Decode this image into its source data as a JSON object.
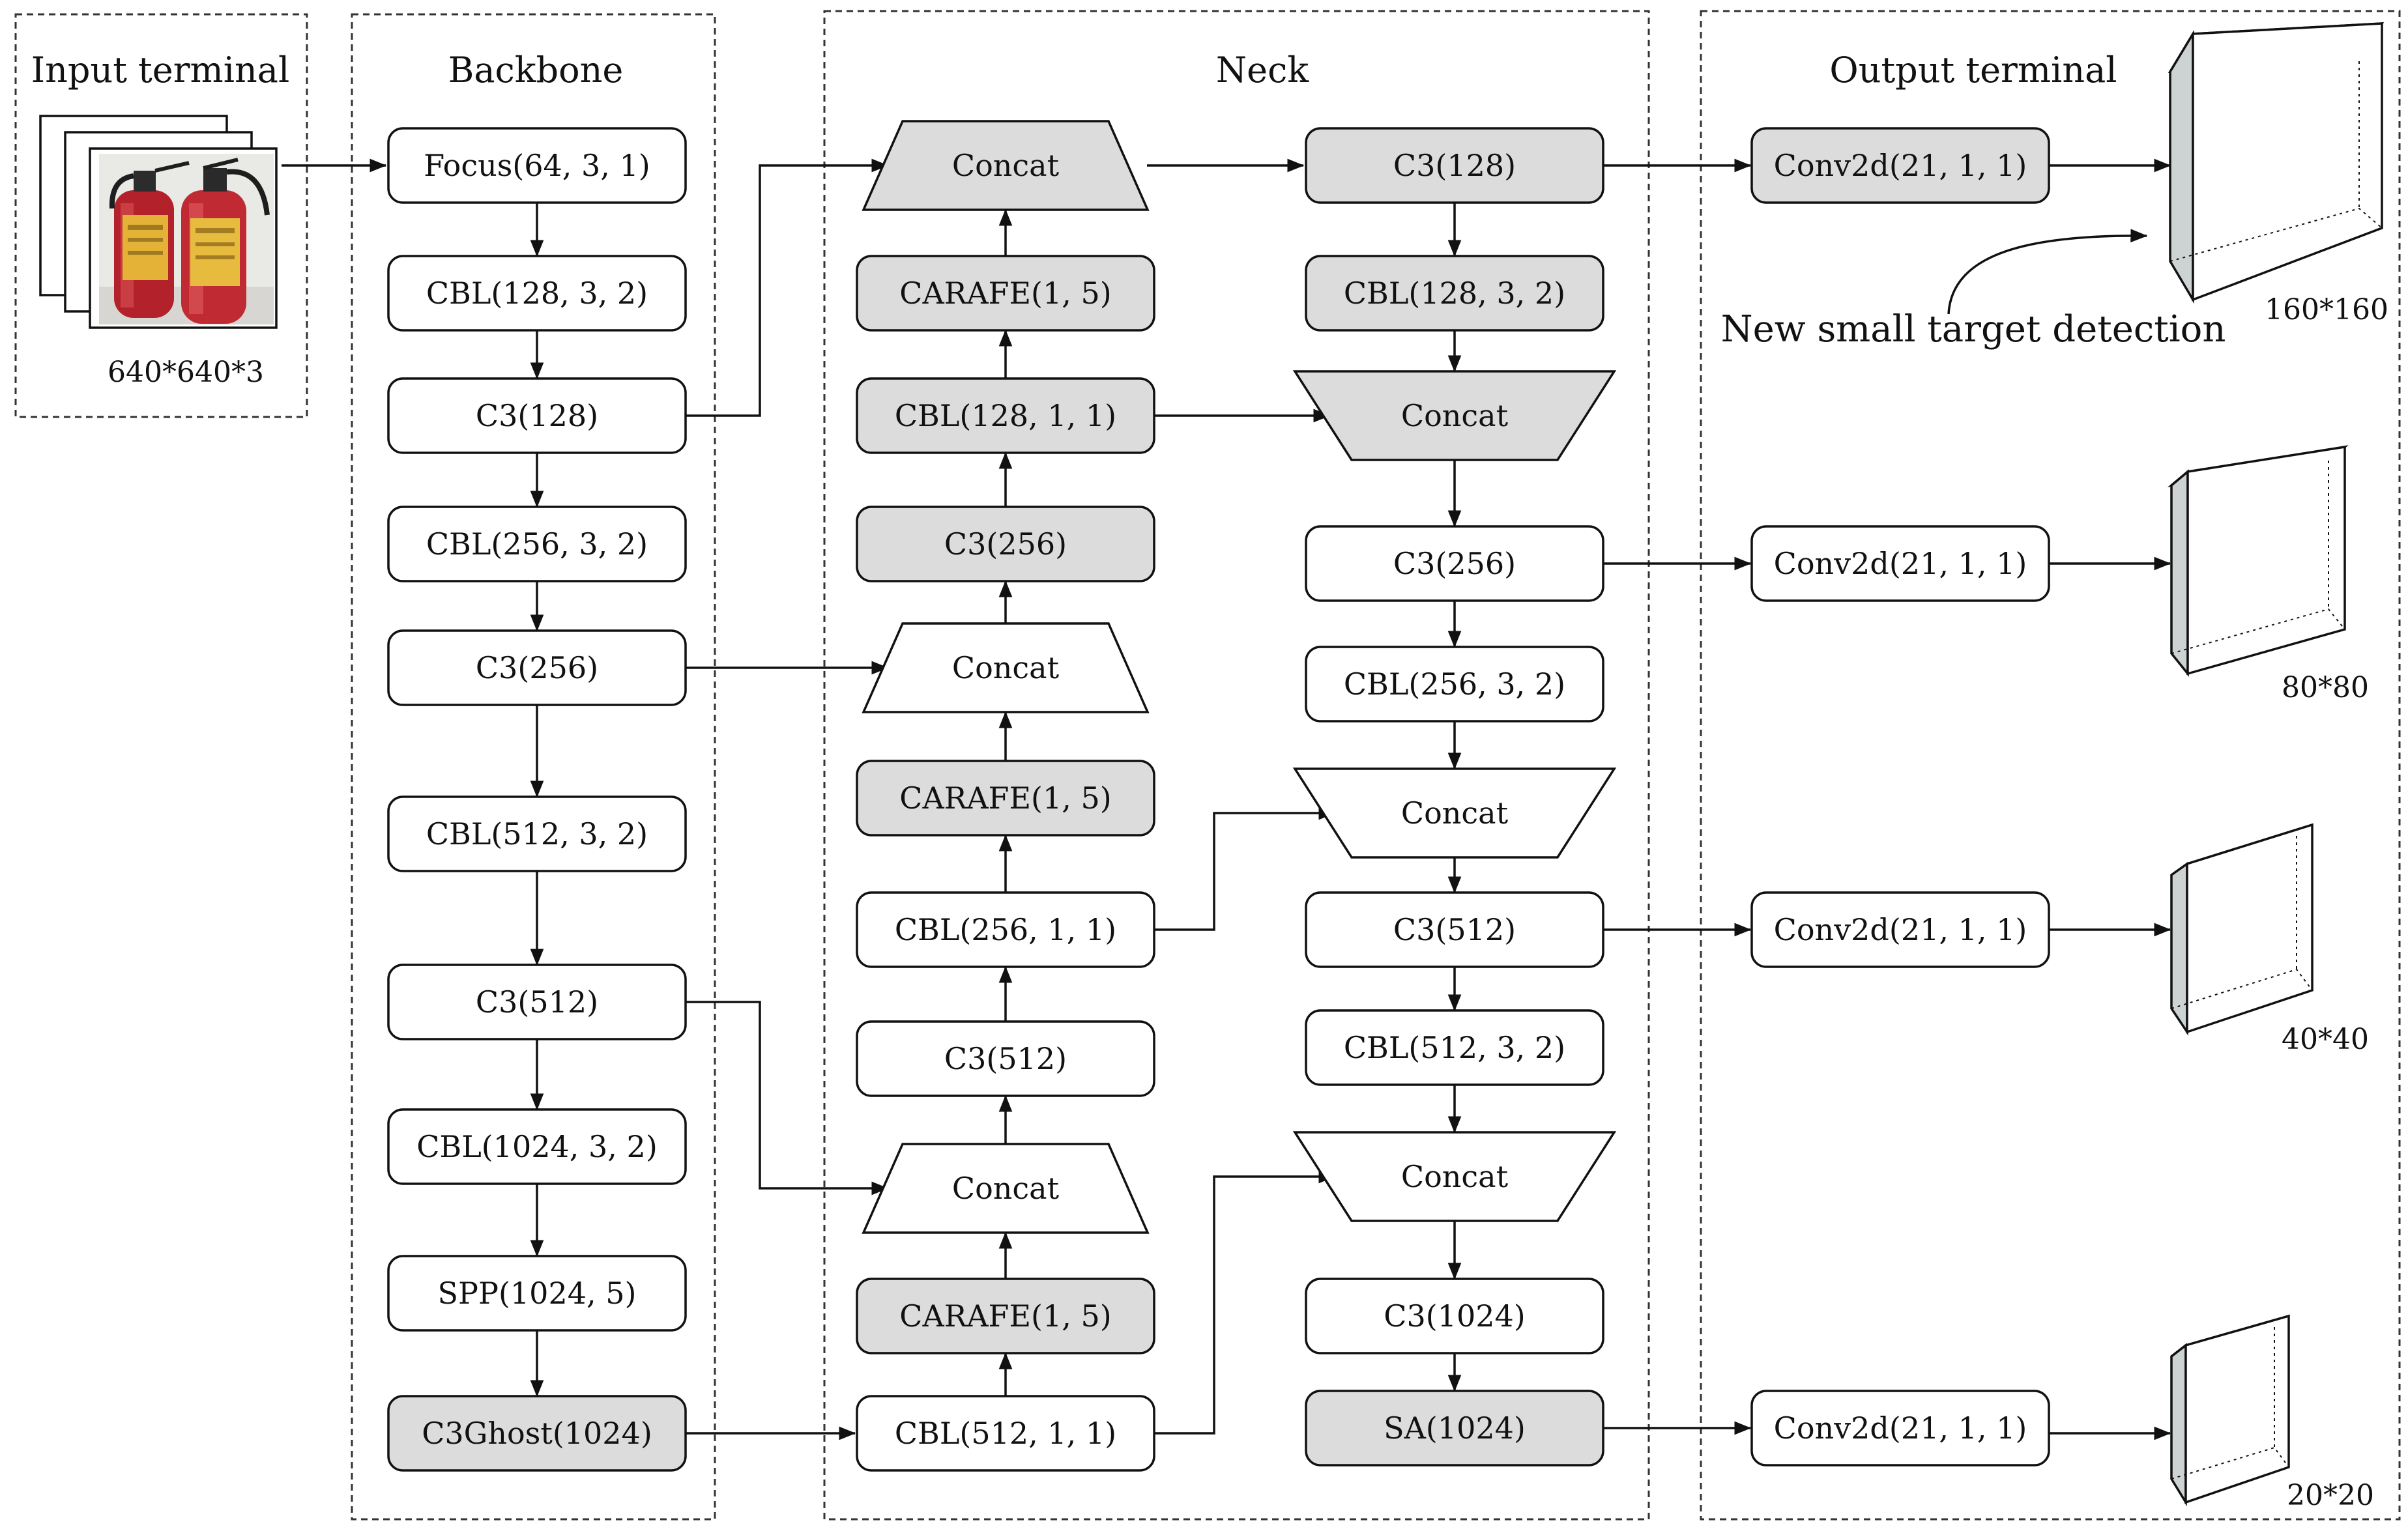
{
  "sections": {
    "input": "Input terminal",
    "backbone": "Backbone",
    "neck": "Neck",
    "output": "Output terminal"
  },
  "input_size": "640*640*3",
  "input_image": "fire-extinguisher-photo",
  "backbone": [
    {
      "label": "Focus(64, 3, 1)",
      "highlight": false
    },
    {
      "label": "CBL(128, 3, 2)",
      "highlight": false
    },
    {
      "label": "C3(128)",
      "highlight": false
    },
    {
      "label": "CBL(256, 3, 2)",
      "highlight": false
    },
    {
      "label": "C3(256)",
      "highlight": false
    },
    {
      "label": "CBL(512, 3, 2)",
      "highlight": false
    },
    {
      "label": "C3(512)",
      "highlight": false
    },
    {
      "label": "CBL(1024, 3, 2)",
      "highlight": false
    },
    {
      "label": "SPP(1024, 5)",
      "highlight": false
    },
    {
      "label": "C3Ghost(1024)",
      "highlight": true
    }
  ],
  "neck_left": [
    {
      "label": "Concat",
      "shape": "trapezoid",
      "highlight": true
    },
    {
      "label": "CARAFE(1, 5)",
      "shape": "box",
      "highlight": true
    },
    {
      "label": "CBL(128, 1, 1)",
      "shape": "box",
      "highlight": true
    },
    {
      "label": "C3(256)",
      "shape": "box",
      "highlight": true
    },
    {
      "label": "Concat",
      "shape": "trapezoid",
      "highlight": false
    },
    {
      "label": "CARAFE(1, 5)",
      "shape": "box",
      "highlight": true
    },
    {
      "label": "CBL(256, 1, 1)",
      "shape": "box",
      "highlight": false
    },
    {
      "label": "C3(512)",
      "shape": "box",
      "highlight": false
    },
    {
      "label": "Concat",
      "shape": "trapezoid",
      "highlight": false
    },
    {
      "label": "CARAFE(1, 5)",
      "shape": "box",
      "highlight": true
    },
    {
      "label": "CBL(512, 1, 1)",
      "shape": "box",
      "highlight": false
    }
  ],
  "neck_right": [
    {
      "label": "C3(128)",
      "shape": "box",
      "highlight": true
    },
    {
      "label": "CBL(128, 3, 2)",
      "shape": "box",
      "highlight": true
    },
    {
      "label": "Concat",
      "shape": "inv-trapezoid",
      "highlight": true
    },
    {
      "label": "C3(256)",
      "shape": "box",
      "highlight": false
    },
    {
      "label": "CBL(256, 3, 2)",
      "shape": "box",
      "highlight": false
    },
    {
      "label": "Concat",
      "shape": "inv-trapezoid",
      "highlight": false
    },
    {
      "label": "C3(512)",
      "shape": "box",
      "highlight": false
    },
    {
      "label": "CBL(512, 3, 2)",
      "shape": "box",
      "highlight": false
    },
    {
      "label": "Concat",
      "shape": "inv-trapezoid",
      "highlight": false
    },
    {
      "label": "C3(1024)",
      "shape": "box",
      "highlight": false
    },
    {
      "label": "SA(1024)",
      "shape": "box",
      "highlight": true
    }
  ],
  "outputs": [
    {
      "label": "Conv2d(21, 1, 1)",
      "highlight": true,
      "size": "160*160"
    },
    {
      "label": "Conv2d(21, 1, 1)",
      "highlight": false,
      "size": "80*80"
    },
    {
      "label": "Conv2d(21, 1, 1)",
      "highlight": false,
      "size": "40*40"
    },
    {
      "label": "Conv2d(21, 1, 1)",
      "highlight": false,
      "size": "20*20"
    }
  ],
  "annotation": "New small target detection",
  "colors": {
    "highlight_fill": "#dcdcdc",
    "plain_fill": "#ffffff",
    "stroke": "#111111",
    "cube_side": "#cdd3d3",
    "cube_top": "#dfe4e4"
  }
}
